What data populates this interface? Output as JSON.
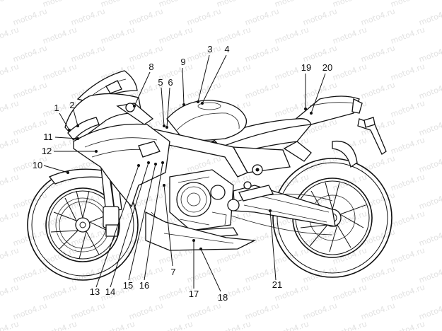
{
  "watermark": "moto4.ru",
  "callouts": [
    {
      "id": "1",
      "label": "1"
    },
    {
      "id": "2",
      "label": "2"
    },
    {
      "id": "3",
      "label": "3"
    },
    {
      "id": "4",
      "label": "4"
    },
    {
      "id": "5",
      "label": "5"
    },
    {
      "id": "6",
      "label": "6"
    },
    {
      "id": "7",
      "label": "7"
    },
    {
      "id": "8",
      "label": "8"
    },
    {
      "id": "9",
      "label": "9"
    },
    {
      "id": "10",
      "label": "10"
    },
    {
      "id": "11",
      "label": "11"
    },
    {
      "id": "12",
      "label": "12"
    },
    {
      "id": "13",
      "label": "13"
    },
    {
      "id": "14",
      "label": "14"
    },
    {
      "id": "15",
      "label": "15"
    },
    {
      "id": "16",
      "label": "16"
    },
    {
      "id": "17",
      "label": "17"
    },
    {
      "id": "18",
      "label": "18"
    },
    {
      "id": "19",
      "label": "19"
    },
    {
      "id": "20",
      "label": "20"
    },
    {
      "id": "21",
      "label": "21"
    }
  ]
}
